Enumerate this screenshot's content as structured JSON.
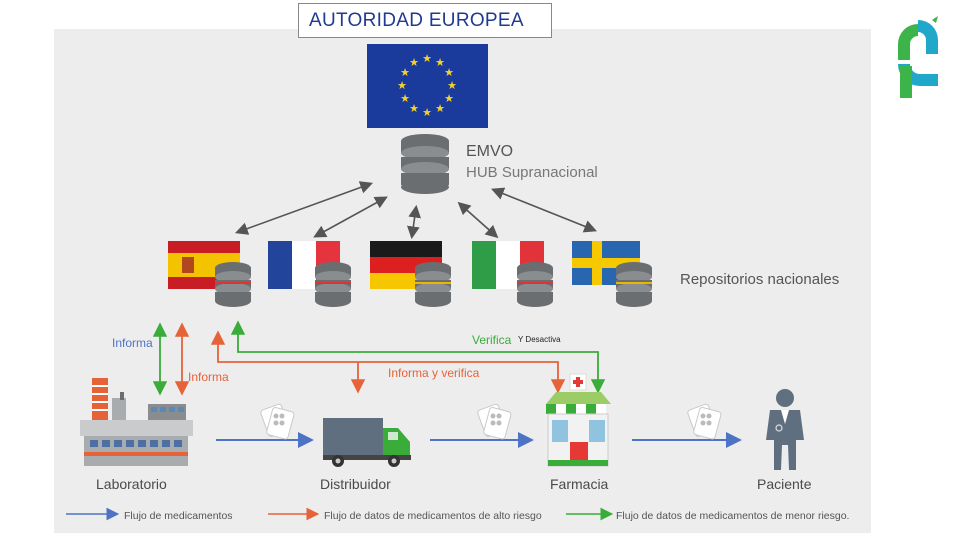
{
  "header": {
    "title": "AUTORIDAD EUROPEA"
  },
  "hub": {
    "name": "EMVO",
    "subtitle": "HUB Supranacional"
  },
  "national": {
    "label": "Repositorios nacionales"
  },
  "flows": {
    "informa_left": "Informa",
    "informa_mid": "Informa",
    "verifica": "Verifica",
    "desactiva": "Y Desactiva",
    "informa_y_verifica": "Informa y verifica"
  },
  "actors": {
    "laboratorio": "Laboratorio",
    "distribuidor": "Distribuidor",
    "farmacia": "Farmacia",
    "paciente": "Paciente"
  },
  "legend": {
    "blue": "Flujo de medicamentos",
    "red": "Flujo de datos de medicamentos de alto riesgo",
    "green": "Flujo de datos de medicamentos de menor riesgo."
  },
  "colors": {
    "blue": "#4d74c4",
    "red": "#e6633a",
    "green": "#3aac3a",
    "eu_blue": "#1a3b9c",
    "eu_star": "#f4d22b",
    "text": "#4a4a4a"
  },
  "icons": {
    "flag_es": "spain-flag-icon",
    "flag_fr": "france-flag-icon",
    "flag_de": "germany-flag-icon",
    "flag_it": "italy-flag-icon",
    "flag_se": "sweden-flag-icon"
  }
}
